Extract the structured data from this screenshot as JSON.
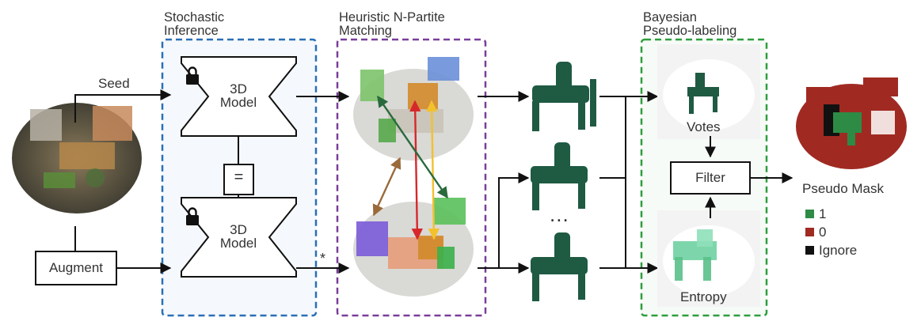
{
  "sections": {
    "stochastic": "Stochastic\nInference",
    "matching": "Heuristic N-Partite\nMatching",
    "bayesian": "Bayesian\nPseudo-labeling"
  },
  "labels": {
    "seed": "Seed",
    "augment": "Augment",
    "model_top": "3D\nModel",
    "model_bottom": "3D\nModel",
    "equals": "=",
    "asterisk": "*",
    "ellipsis": "...",
    "votes": "Votes",
    "entropy": "Entropy",
    "filter": "Filter",
    "pseudo_mask": "Pseudo Mask"
  },
  "legend": [
    {
      "label": "1",
      "color": "#2e8b45"
    },
    {
      "label": "0",
      "color": "#a02a22"
    },
    {
      "label": "Ignore",
      "color": "#111111"
    }
  ],
  "colors": {
    "stochastic_border": "#2a6fb5",
    "matching_border": "#7a3d9a",
    "bayesian_border": "#2e9e3e",
    "chair": "#1f5a43",
    "arrow_brown": "#9a6a3a",
    "arrow_red": "#d6282b",
    "arrow_yellow": "#f2c12e",
    "arrow_green": "#2a6a3c"
  }
}
